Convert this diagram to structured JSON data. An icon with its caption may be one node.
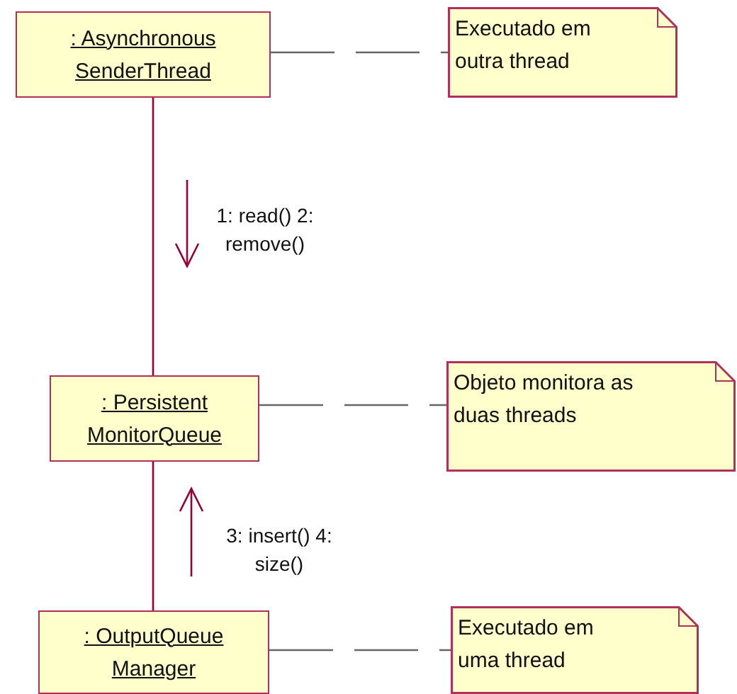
{
  "diagram": {
    "nodes": [
      {
        "text": [
          ": Asynchronous SenderThread"
        ]
      },
      {
        "text": [
          "Executado em outra thread"
        ]
      },
      {
        "text": [
          ": Persistent MonitorQueue"
        ]
      },
      {
        "text": [
          "Objeto monitora as duas threads"
        ]
      },
      {
        "text": [
          ": OutputQueue Manager"
        ]
      },
      {
        "text": [
          "Executado em uma thread"
        ]
      }
    ],
    "edges": [
      {
        "from": 0,
        "to": 2,
        "arrow": "none",
        "label": "1: read() 2: remove()",
        "color": "#990033"
      },
      {
        "from": 2,
        "to": 4,
        "arrow": "none",
        "label": "3: insert() 4: size()",
        "color": "#990033"
      },
      {
        "from": 0,
        "to": 1,
        "arrow": "none",
        "style": "dashed"
      },
      {
        "from": 2,
        "to": 3,
        "arrow": "none",
        "style": "dashed"
      },
      {
        "from": 4,
        "to": 5,
        "arrow": "none",
        "style": "dashed"
      }
    ]
  }
}
